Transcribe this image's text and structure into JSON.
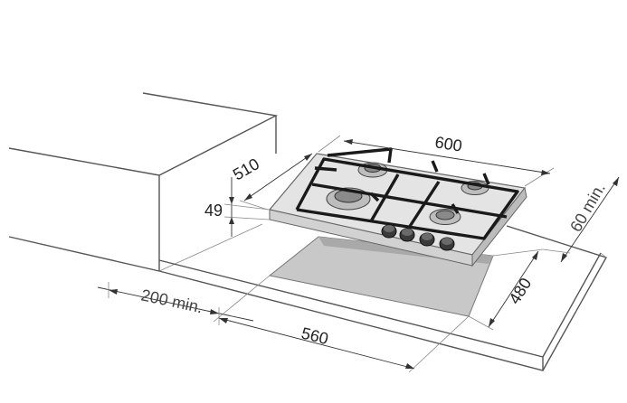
{
  "dimensions": {
    "hob_width": "600",
    "hob_depth": "510",
    "hob_height": "49",
    "side_clearance": "200 min.",
    "back_clearance": "60 min.",
    "cutout_width": "560",
    "cutout_depth": "480"
  },
  "colors": {
    "line": "#555555",
    "cutout_fill": "#c8c8c8",
    "steel": "#e2e2e2",
    "grate": "#1a1a1a",
    "knob": "#3a3a3a"
  },
  "icons": {
    "burner": "burner-icon",
    "knob": "knob-icon"
  }
}
